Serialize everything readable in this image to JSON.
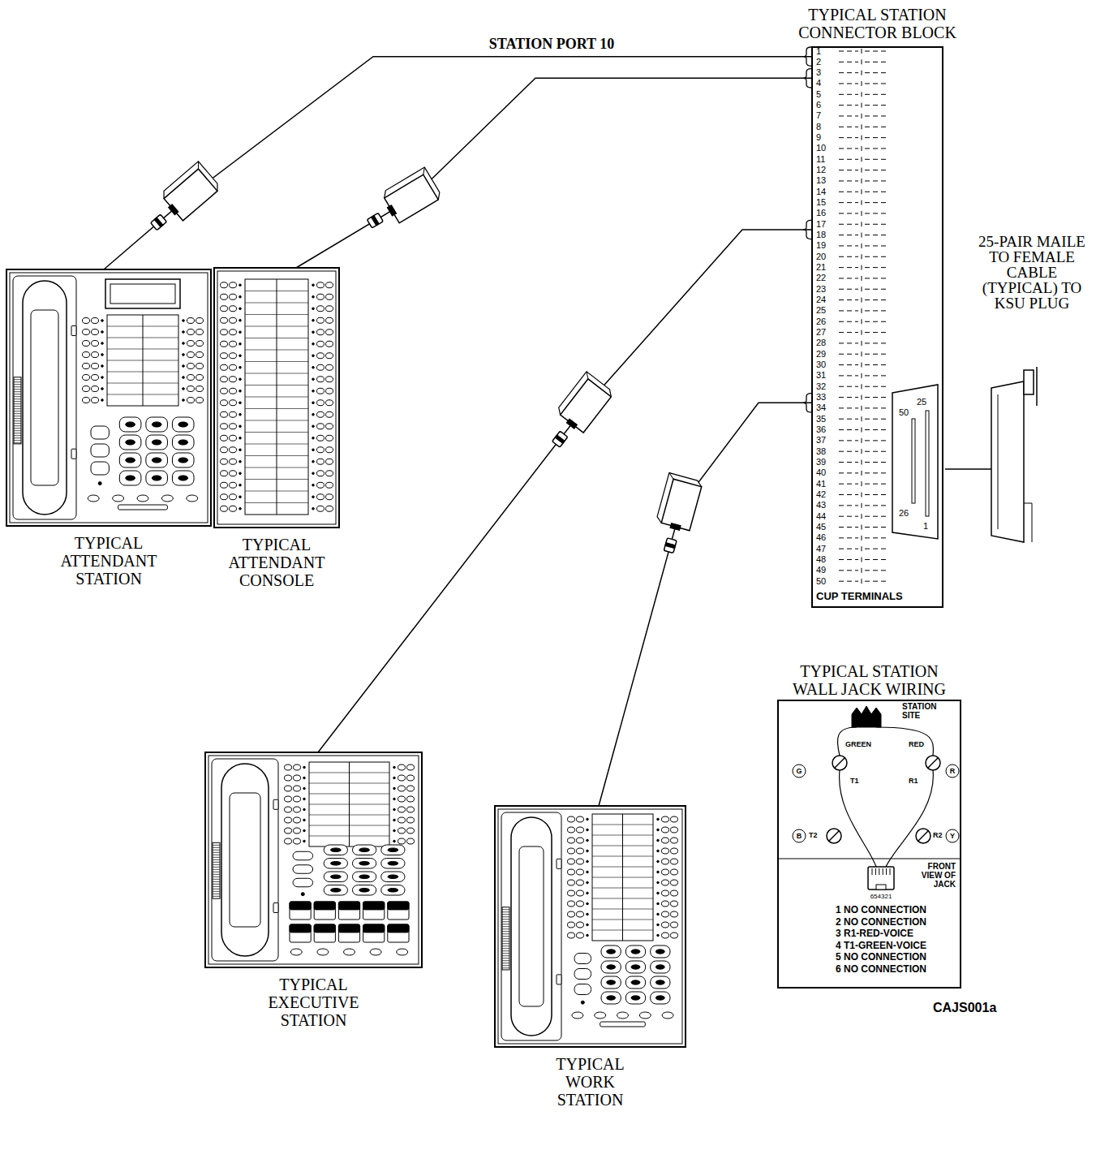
{
  "diagram": {
    "nodes": [
      {
        "text": [
          "TYPICAL STATION CONNECTOR BLOCK",
          "CUP TERMINALS"
        ]
      },
      {
        "text": [
          "TYPICAL ATTENDANT STATION"
        ]
      },
      {
        "text": [
          "TYPICAL ATTENDANT CONSOLE"
        ]
      },
      {
        "text": [
          "TYPICAL EXECUTIVE STATION"
        ]
      },
      {
        "text": [
          "TYPICAL WORK STATION"
        ]
      },
      {
        "text": [
          "TYPICAL STATION WALL JACK WIRING"
        ]
      }
    ],
    "edges": [
      {
        "from": 1,
        "to": 0,
        "arrow": "none",
        "label": "STATION PORT 10"
      },
      {
        "from": 2,
        "to": 0,
        "arrow": "none"
      },
      {
        "from": 3,
        "to": 0,
        "arrow": "none"
      },
      {
        "from": 4,
        "to": 0,
        "arrow": "none"
      }
    ],
    "labels": [
      "1",
      "2",
      "3",
      "4",
      "5",
      "6",
      "7",
      "8",
      "9",
      "10",
      "11",
      "12",
      "13",
      "14",
      "15",
      "16",
      "17",
      "18",
      "19",
      "20",
      "21",
      "22",
      "23",
      "24",
      "25",
      "26",
      "27",
      "28",
      "29",
      "30",
      "31",
      "32",
      "33",
      "34",
      "35",
      "36",
      "37",
      "38",
      "39",
      "40",
      "41",
      "42",
      "43",
      "44",
      "45",
      "46",
      "47",
      "48",
      "49",
      "50",
      "50",
      "25",
      "26",
      "1",
      "25-PAIR MAILE TO FEMALE CABLE (TYPICAL) TO KSU PLUG",
      "STATION SITE",
      "GREEN",
      "RED",
      "G",
      "R",
      "T1",
      "R1",
      "B",
      "Y",
      "T2",
      "R2",
      "FRONT VIEW OF JACK",
      "654321",
      "1 NO CONNECTION",
      "2 NO CONNECTION",
      "3 R1-RED-VOICE",
      "4 T1-GREEN-VOICE",
      "5 NO CONNECTION",
      "6 NO CONNECTION",
      "CAJS001a"
    ]
  }
}
